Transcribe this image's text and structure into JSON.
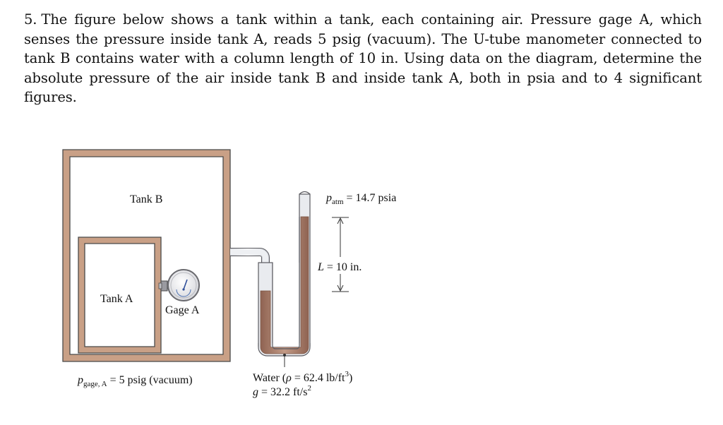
{
  "problem": {
    "number": "5.",
    "text": "The figure below shows a tank within a tank, each containing air. Pressure gage A, which senses the pressure inside tank A, reads 5 psig (vacuum). The U-tube manometer connected to tank B contains water with a column length of 10 in. Using data on the diagram, determine the absolute pressure of the air inside tank B and inside tank A, both in psia and to 4 significant figures."
  },
  "figure": {
    "tank_b_label": "Tank B",
    "tank_a_label": "Tank A",
    "gage_label": "Gage A",
    "patm": {
      "symbol": "p",
      "subscript": "atm",
      "value": " = 14.7 psia"
    },
    "length": {
      "symbol": "L",
      "value": " = 10 in."
    },
    "gage_reading": {
      "symbol": "p",
      "subscript": "gage, A",
      "value": " = 5 psig (vacuum)"
    },
    "water": {
      "prefix": "Water (",
      "rho": "ρ",
      "value": " = 62.4 lb/ft",
      "exp": "3",
      "suffix": ")"
    },
    "gravity": {
      "symbol": "g",
      "value": " = 32.2 ft/s",
      "exp": "2"
    },
    "colors": {
      "wall": "#c9a086",
      "wall_stroke": "#4a4a4a",
      "water": "#a87a66",
      "dial": "#e8e8ea"
    }
  }
}
